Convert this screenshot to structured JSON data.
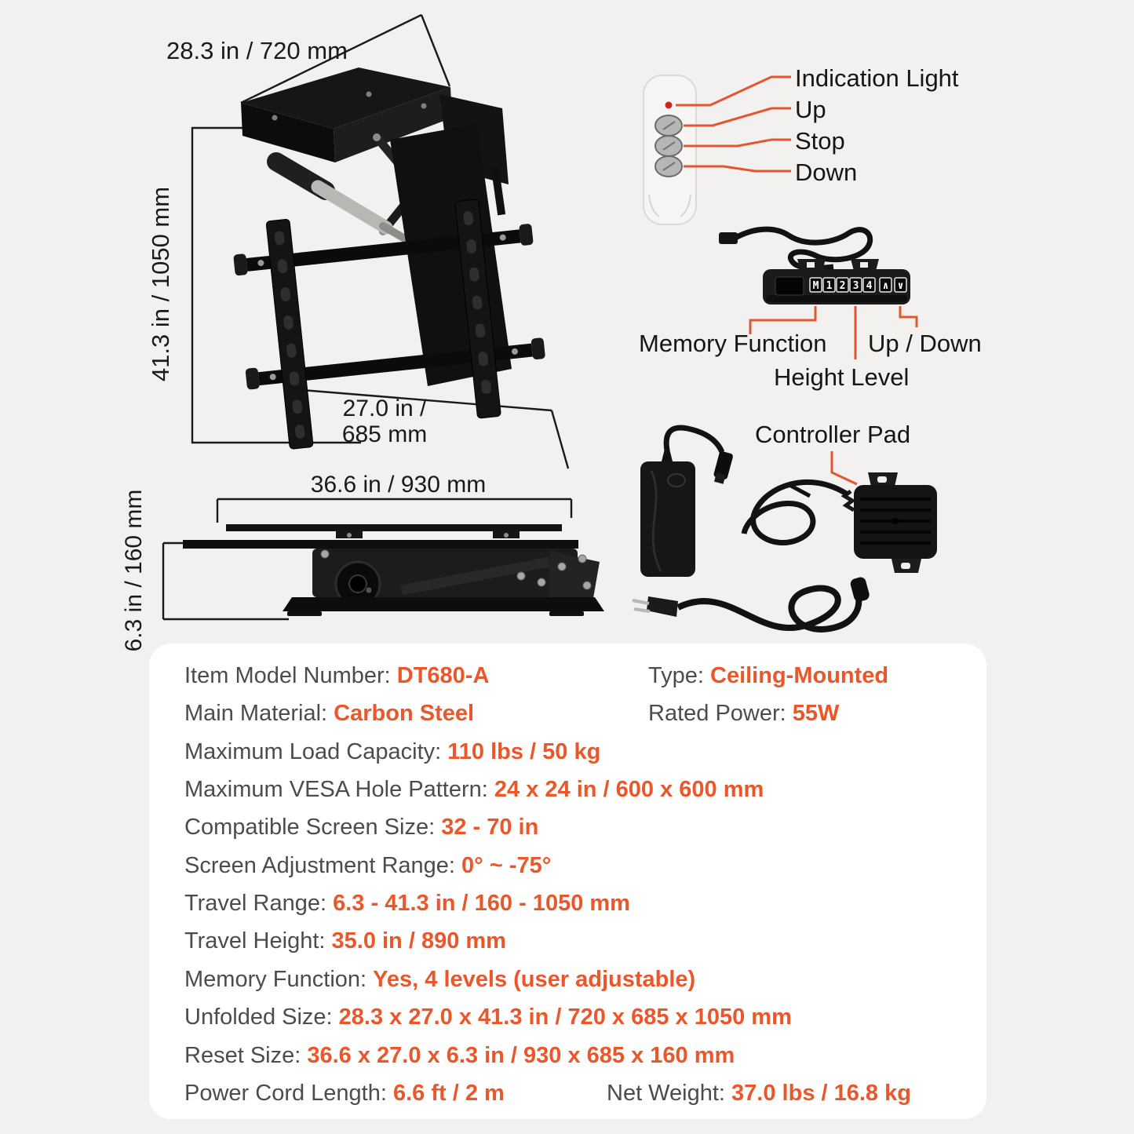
{
  "colors": {
    "background": "#F2F1F0",
    "panel": "#FFFFFF",
    "accent_orange": "#E9572B",
    "callout_orange": "#E2572E",
    "label_gray": "#4C4C4C",
    "diagram_black": "#1A1A1A",
    "led_red": "#C8271B"
  },
  "diagrams": {
    "unfolded": {
      "width": "28.3 in / 720 mm",
      "height": "41.3 in / 1050 mm",
      "bracket_width_line1": "27.0 in /",
      "bracket_width_line2": "685 mm"
    },
    "folded": {
      "width": "36.6 in / 930 mm",
      "height": "6.3 in / 160 mm"
    }
  },
  "remote": {
    "labels": [
      "Indication Light",
      "Up",
      "Stop",
      "Down"
    ]
  },
  "controller": {
    "buttons": [
      "M",
      "1",
      "2",
      "3",
      "4",
      "∧",
      "∨"
    ],
    "memory_label": "Memory Function",
    "height_label": "Height Level",
    "updown_label": "Up / Down"
  },
  "accessories": {
    "controller_pad_label": "Controller Pad"
  },
  "specs": {
    "left": [
      {
        "label": "Item Model Number: ",
        "value": "DT680-A"
      },
      {
        "label": "Main Material: ",
        "value": "Carbon Steel"
      },
      {
        "label": "Maximum Load Capacity: ",
        "value": "110 lbs / 50 kg"
      },
      {
        "label": "Maximum VESA Hole Pattern: ",
        "value": "24 x 24 in / 600 x 600 mm"
      },
      {
        "label": "Compatible Screen Size: ",
        "value": "32 - 70 in"
      },
      {
        "label": "Screen Adjustment Range: ",
        "value": "0° ~ -75°"
      },
      {
        "label": "Travel Range: ",
        "value": "6.3 - 41.3 in / 160 - 1050 mm"
      },
      {
        "label": "Travel Height: ",
        "value": "35.0 in / 890 mm"
      },
      {
        "label": "Memory Function: ",
        "value": "Yes, 4 levels (user adjustable)"
      },
      {
        "label": "Unfolded Size: ",
        "value": "28.3 x 27.0 x 41.3 in / 720 x 685 x 1050 mm"
      },
      {
        "label": "Reset Size: ",
        "value": "36.6 x 27.0 x 6.3 in / 930 x 685 x 160 mm"
      },
      {
        "label": "Power Cord Length: ",
        "value": "6.6 ft / 2 m"
      }
    ],
    "right": [
      {
        "label": "Type: ",
        "value": "Ceiling-Mounted"
      },
      {
        "label": "Rated Power: ",
        "value": "55W"
      },
      {
        "label": "Net Weight: ",
        "value": "37.0 lbs / 16.8 kg"
      }
    ]
  }
}
